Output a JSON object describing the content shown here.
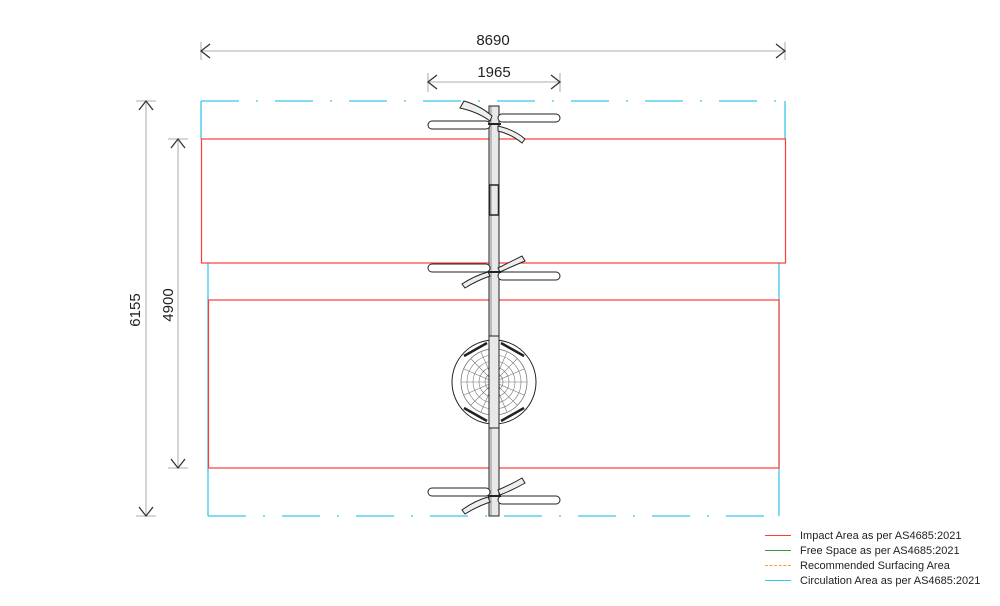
{
  "dimensions": {
    "overall_width": "8690",
    "equipment_width": "1965",
    "overall_height": "6155",
    "impact_height": "4900"
  },
  "colors": {
    "impact": "#ff3b3b",
    "free_space": "#3a9a3a",
    "surfacing": "#f5a030",
    "circulation": "#38c8ec",
    "dimension_line": "#bdbdc4",
    "equipment": "#222222"
  },
  "legend": {
    "items": [
      {
        "label": "Impact Area as per AS4685:2021",
        "color": "#ff3b3b",
        "style": "solid"
      },
      {
        "label": "Free Space as per AS4685:2021",
        "color": "#3a9a3a",
        "style": "solid"
      },
      {
        "label": "Recommended Surfacing Area",
        "color": "#f5a030",
        "style": "dashed"
      },
      {
        "label": "Circulation Area as per AS4685:2021",
        "color": "#38c8ec",
        "style": "solid"
      }
    ]
  }
}
